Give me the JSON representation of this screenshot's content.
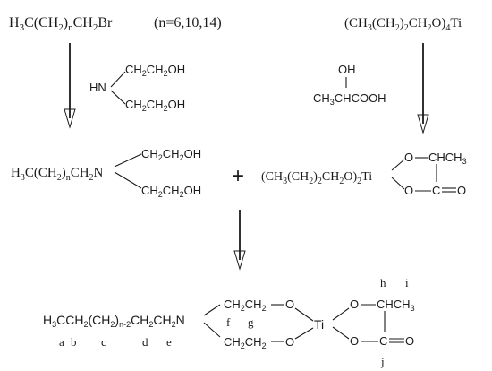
{
  "top_left": {
    "formula": "H3C(CH2)nCH2Br",
    "condition": "(n=6,10,14)",
    "reagent_top": "CH2CH2OH",
    "reagent_nh": "HN",
    "reagent_bottom": "CH2CH2OH"
  },
  "top_right": {
    "formula": "(CH3(CH2)2CH2O)4Ti",
    "lactic_oh": "OH",
    "lactic_acid": "CH3CHCOOH"
  },
  "middle_left": {
    "chain": "H3C(CH2)nCH2N",
    "arm_top": "CH2CH2OH",
    "arm_bottom": "CH2CH2OH"
  },
  "plus": "+",
  "middle_right": {
    "formula": "(CH3(CH2)2CH2O)2Ti",
    "ring_o_top": "O",
    "ring_ch": "CHCH3",
    "ring_o_bottom": "O",
    "ring_c": "C",
    "ring_o_double": "O"
  },
  "product": {
    "chain": "H3CCH2(CH2)n-2CH2CH2N",
    "arm_top": "CH2CH2",
    "arm_bottom": "CH2CH2",
    "o_left_top": "O",
    "o_left_bottom": "O",
    "ti": "Ti",
    "o_right_top": "O",
    "ch": "CHCH3",
    "o_right_bottom": "O",
    "c": "C",
    "o_double": "O",
    "labels": {
      "a": "a",
      "b": "b",
      "c": "c",
      "d": "d",
      "e": "e",
      "f": "f",
      "g": "g",
      "h": "h",
      "i": "i",
      "j": "j"
    }
  }
}
